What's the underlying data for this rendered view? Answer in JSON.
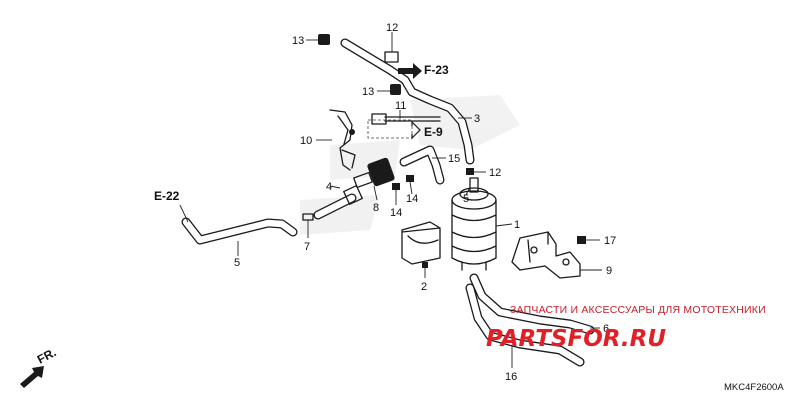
{
  "diagram": {
    "part_labels": {
      "p1": "1",
      "p2": "2",
      "p3": "3",
      "p4": "4",
      "p5": "5",
      "p5b": "5",
      "p6": "6",
      "p7": "7",
      "p8": "8",
      "p9": "9",
      "p10": "10",
      "p11": "11",
      "p12a": "12",
      "p12b": "12",
      "p13a": "13",
      "p13b": "13",
      "p14a": "14",
      "p14b": "14",
      "p15": "15",
      "p16": "16",
      "p17": "17"
    },
    "refs": {
      "f23": "F-23",
      "e9": "E-9",
      "e22": "E-22",
      "front": "FR."
    },
    "watermark": {
      "caption": "ЗАПЧАСТИ И АКСЕССУАРЫ ДЛЯ МОТОТЕХНИКИ",
      "brand": "PARTSFOR.RU",
      "color": "#e21f26"
    },
    "diagram_code": "MKC4F2600A"
  }
}
